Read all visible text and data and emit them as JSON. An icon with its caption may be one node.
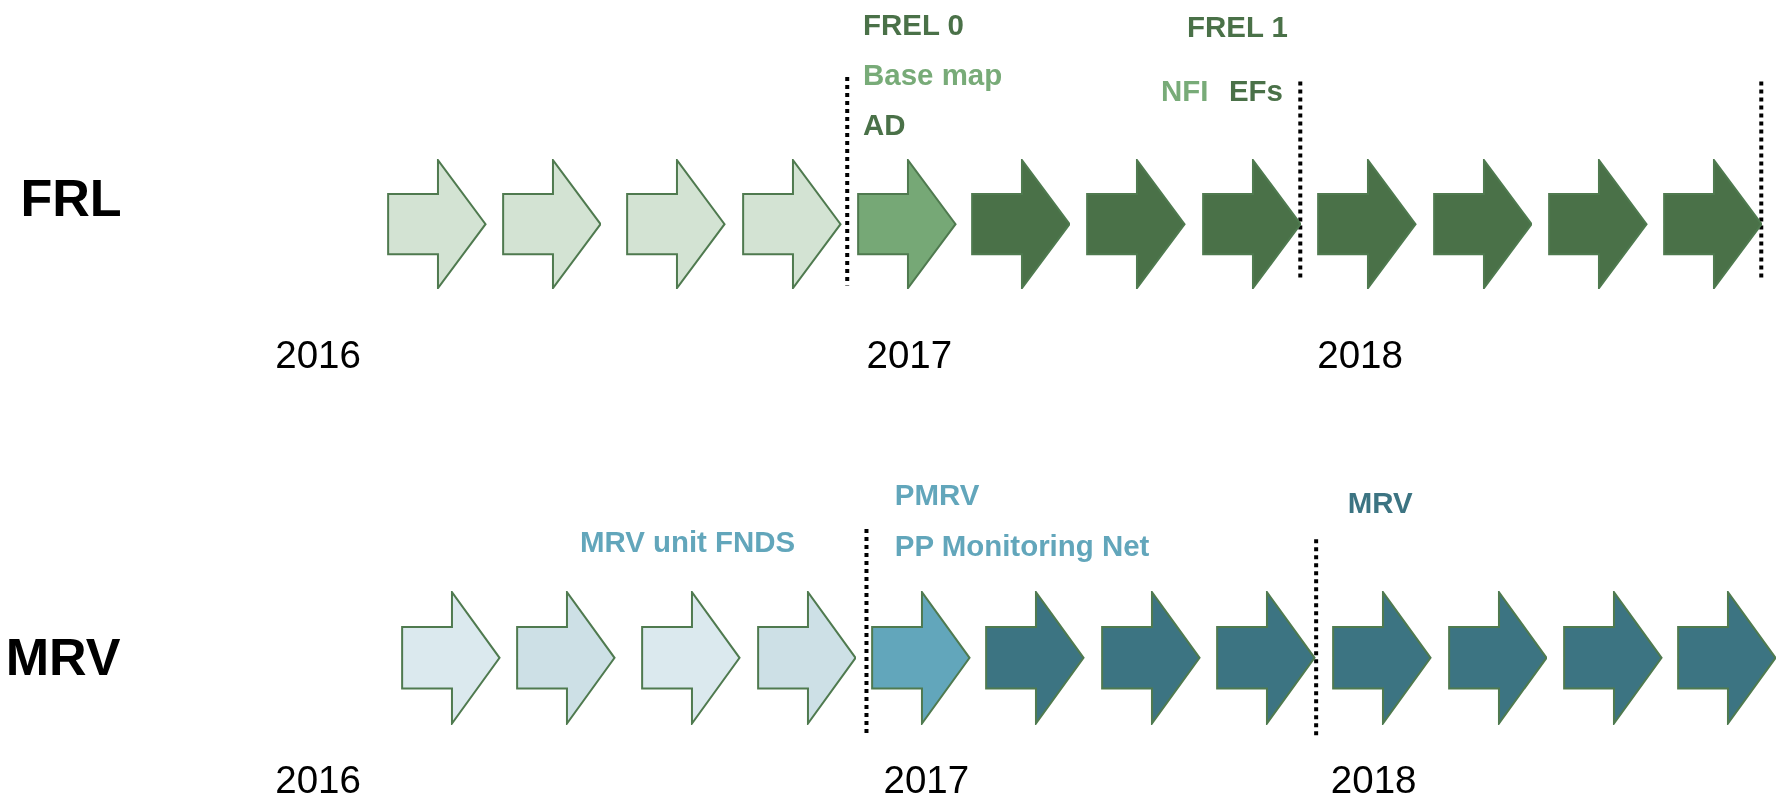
{
  "diagram": {
    "labels": [
      "FREL 0",
      "FREL 1",
      "Base map",
      "NFI",
      "EFs",
      "AD",
      "FRL",
      "2016",
      "2017",
      "2018",
      "PMRV",
      "MRV",
      "MRV unit FNDS",
      "PP Monitoring Net",
      "MRV",
      "2016",
      "2017",
      "2018"
    ]
  }
}
